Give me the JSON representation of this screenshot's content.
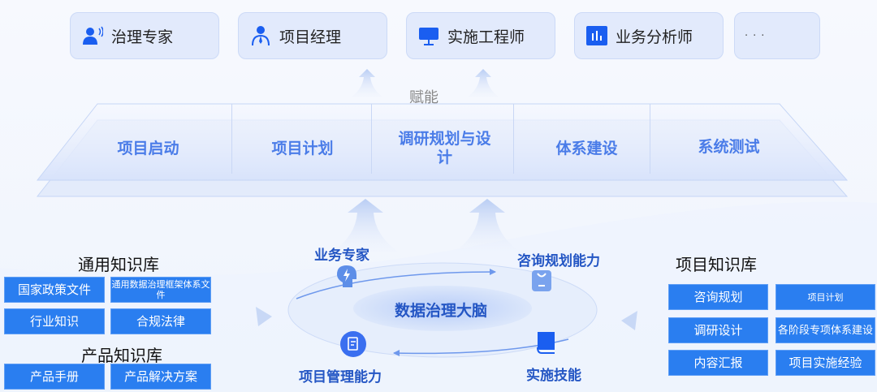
{
  "roles": [
    {
      "label": "治理专家",
      "icon": "speaking-person-icon"
    },
    {
      "label": "项目经理",
      "icon": "manager-icon"
    },
    {
      "label": "实施工程师",
      "icon": "monitor-icon"
    },
    {
      "label": "业务分析师",
      "icon": "bar-chart-icon"
    },
    {
      "label": "···",
      "icon": "more-icon"
    }
  ],
  "enable_label": "赋能",
  "stages": [
    "项目启动",
    "项目计划",
    "调研规划与设计",
    "体系建设",
    "系统测试"
  ],
  "general_kb": {
    "title": "通用知识库",
    "items": [
      "国家政策文件",
      "通用数据治理框架体系文件",
      "行业知识",
      "合规法律"
    ]
  },
  "product_kb": {
    "title": "产品知识库",
    "items": [
      "产品手册",
      "产品解决方案"
    ]
  },
  "project_kb": {
    "title": "项目知识库",
    "items": [
      "咨询规划",
      "项目计划",
      "调研设计",
      "各阶段专项体系建设",
      "内容汇报",
      "项目实施经验"
    ]
  },
  "brain": {
    "title": "数据治理大脑",
    "abilities": [
      "业务专家",
      "咨询规划能力",
      "项目管理能力",
      "实施技能"
    ]
  },
  "colors": {
    "accent": "#2a7ef0",
    "stage_text": "#4a7ce8",
    "brain_text": "#2456c4"
  }
}
